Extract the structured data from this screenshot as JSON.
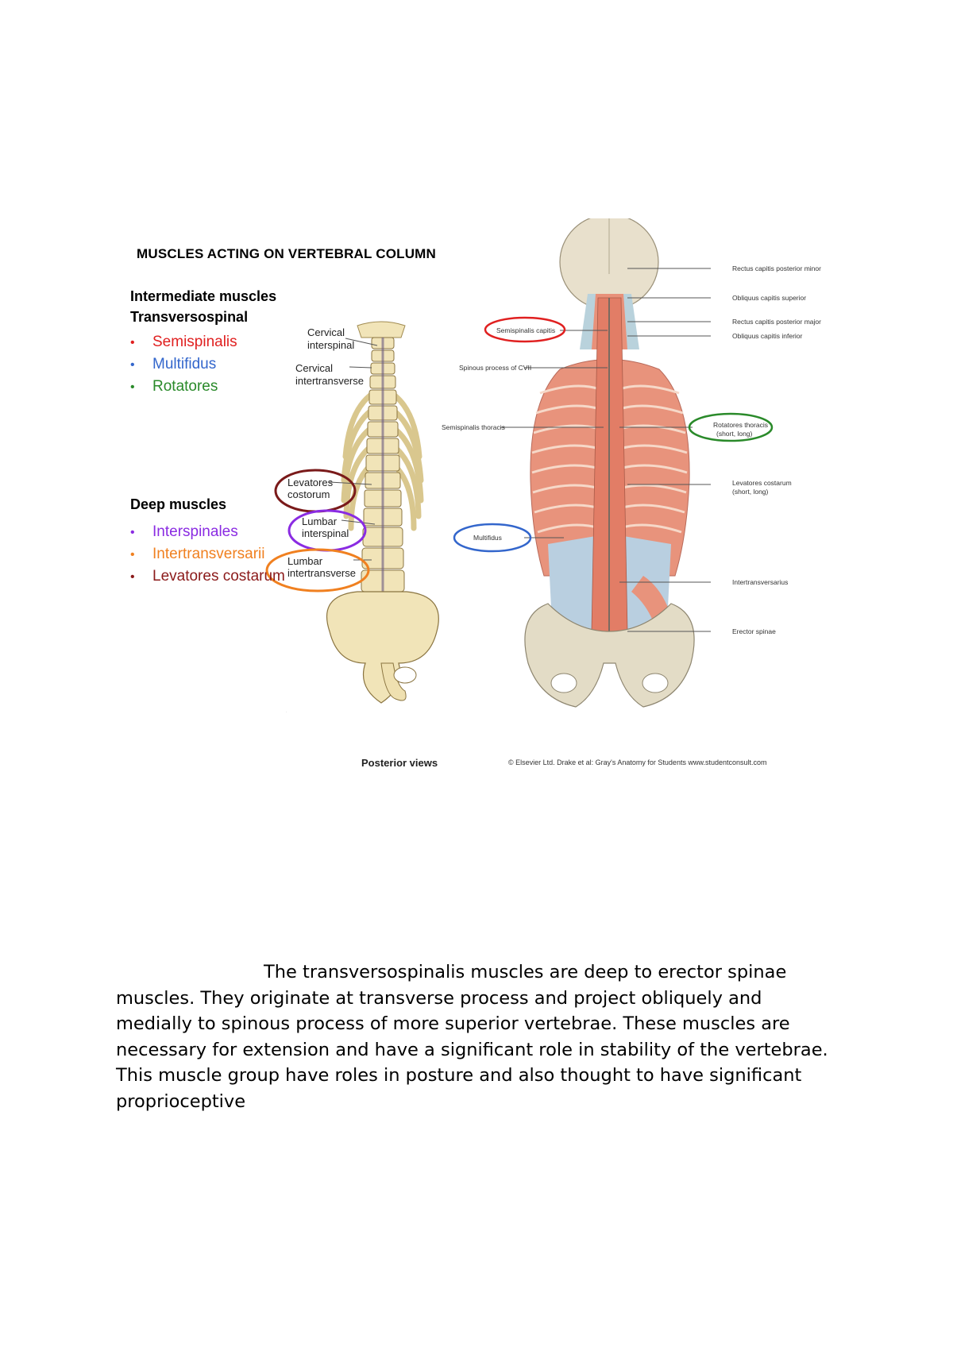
{
  "figure": {
    "title": "MUSCLES ACTING ON VERTEBRAL COLUMN",
    "intermediate_heading": "Intermediate muscles",
    "transversospinal_heading": "Transversospinal",
    "transversospinal_items": [
      {
        "label": "Semispinalis",
        "color": "#e02020"
      },
      {
        "label": "Multifidus",
        "color": "#3366cc"
      },
      {
        "label": "Rotatores",
        "color": "#2a8a2a"
      }
    ],
    "deep_heading": "Deep muscles",
    "deep_items": [
      {
        "label": "Interspinales",
        "color": "#8a2be2"
      },
      {
        "label": "Intertransversarii",
        "color": "#f08020"
      },
      {
        "label": "Levatores costarum",
        "color": "#8b1a1a"
      }
    ],
    "bullet_glyph": "•",
    "spine_labels": {
      "cervical_interspinal_1": "Cervical",
      "cervical_interspinal_2": "interspinal",
      "cervical_intertransverse_1": "Cervical",
      "cervical_intertransverse_2": "intertransverse",
      "levatores_1": "Levatores",
      "levatores_2": "costorum",
      "lumbar_interspinal_1": "Lumbar",
      "lumbar_interspinal_2": "interspinal",
      "lumbar_intertransverse_1": "Lumbar",
      "lumbar_intertransverse_2": "intertransverse",
      "posterior_views": "Posterior views"
    },
    "back_labels": {
      "rectus_minor": "Rectus capitis posterior minor",
      "obliquus_superior": "Obliquus capitis superior",
      "rectus_major": "Rectus capitis posterior major",
      "obliquus_inferior": "Obliquus capitis inferior",
      "semispinalis_capitis": "Semispinalis capitis",
      "spinous_cvii": "Spinous process of CVII",
      "semispinalis_thoracis": "Semispinalis thoracis",
      "rotatores_1": "Rotatores thoracis",
      "rotatores_2": "(short, long)",
      "levatores_1": "Levatores costarum",
      "levatores_2": "(short, long)",
      "multifidus": "Multifidus",
      "intertransversarius": "Intertransversarius",
      "erector_spinae": "Erector spinae",
      "credit": "© Elsevier Ltd. Drake et al: Gray's Anatomy for Students www.studentconsult.com"
    },
    "ring_colors": {
      "semispinalis": "#e02020",
      "rotatores": "#2a8a2a",
      "multifidus": "#3366cc",
      "levatores": "#7a1a1a",
      "interspinal": "#8a2be2",
      "intertransverse": "#f08020"
    }
  },
  "body_text": "The transversospinalis muscles are deep to erector spinae muscles. They originate at transverse process and project obliquely and medially to spinous process of more superior vertebrae. These muscles are necessary for extension and have a significant role in stability of the vertebrae. This muscle group have roles in posture and also thought to have significant proprioceptive"
}
